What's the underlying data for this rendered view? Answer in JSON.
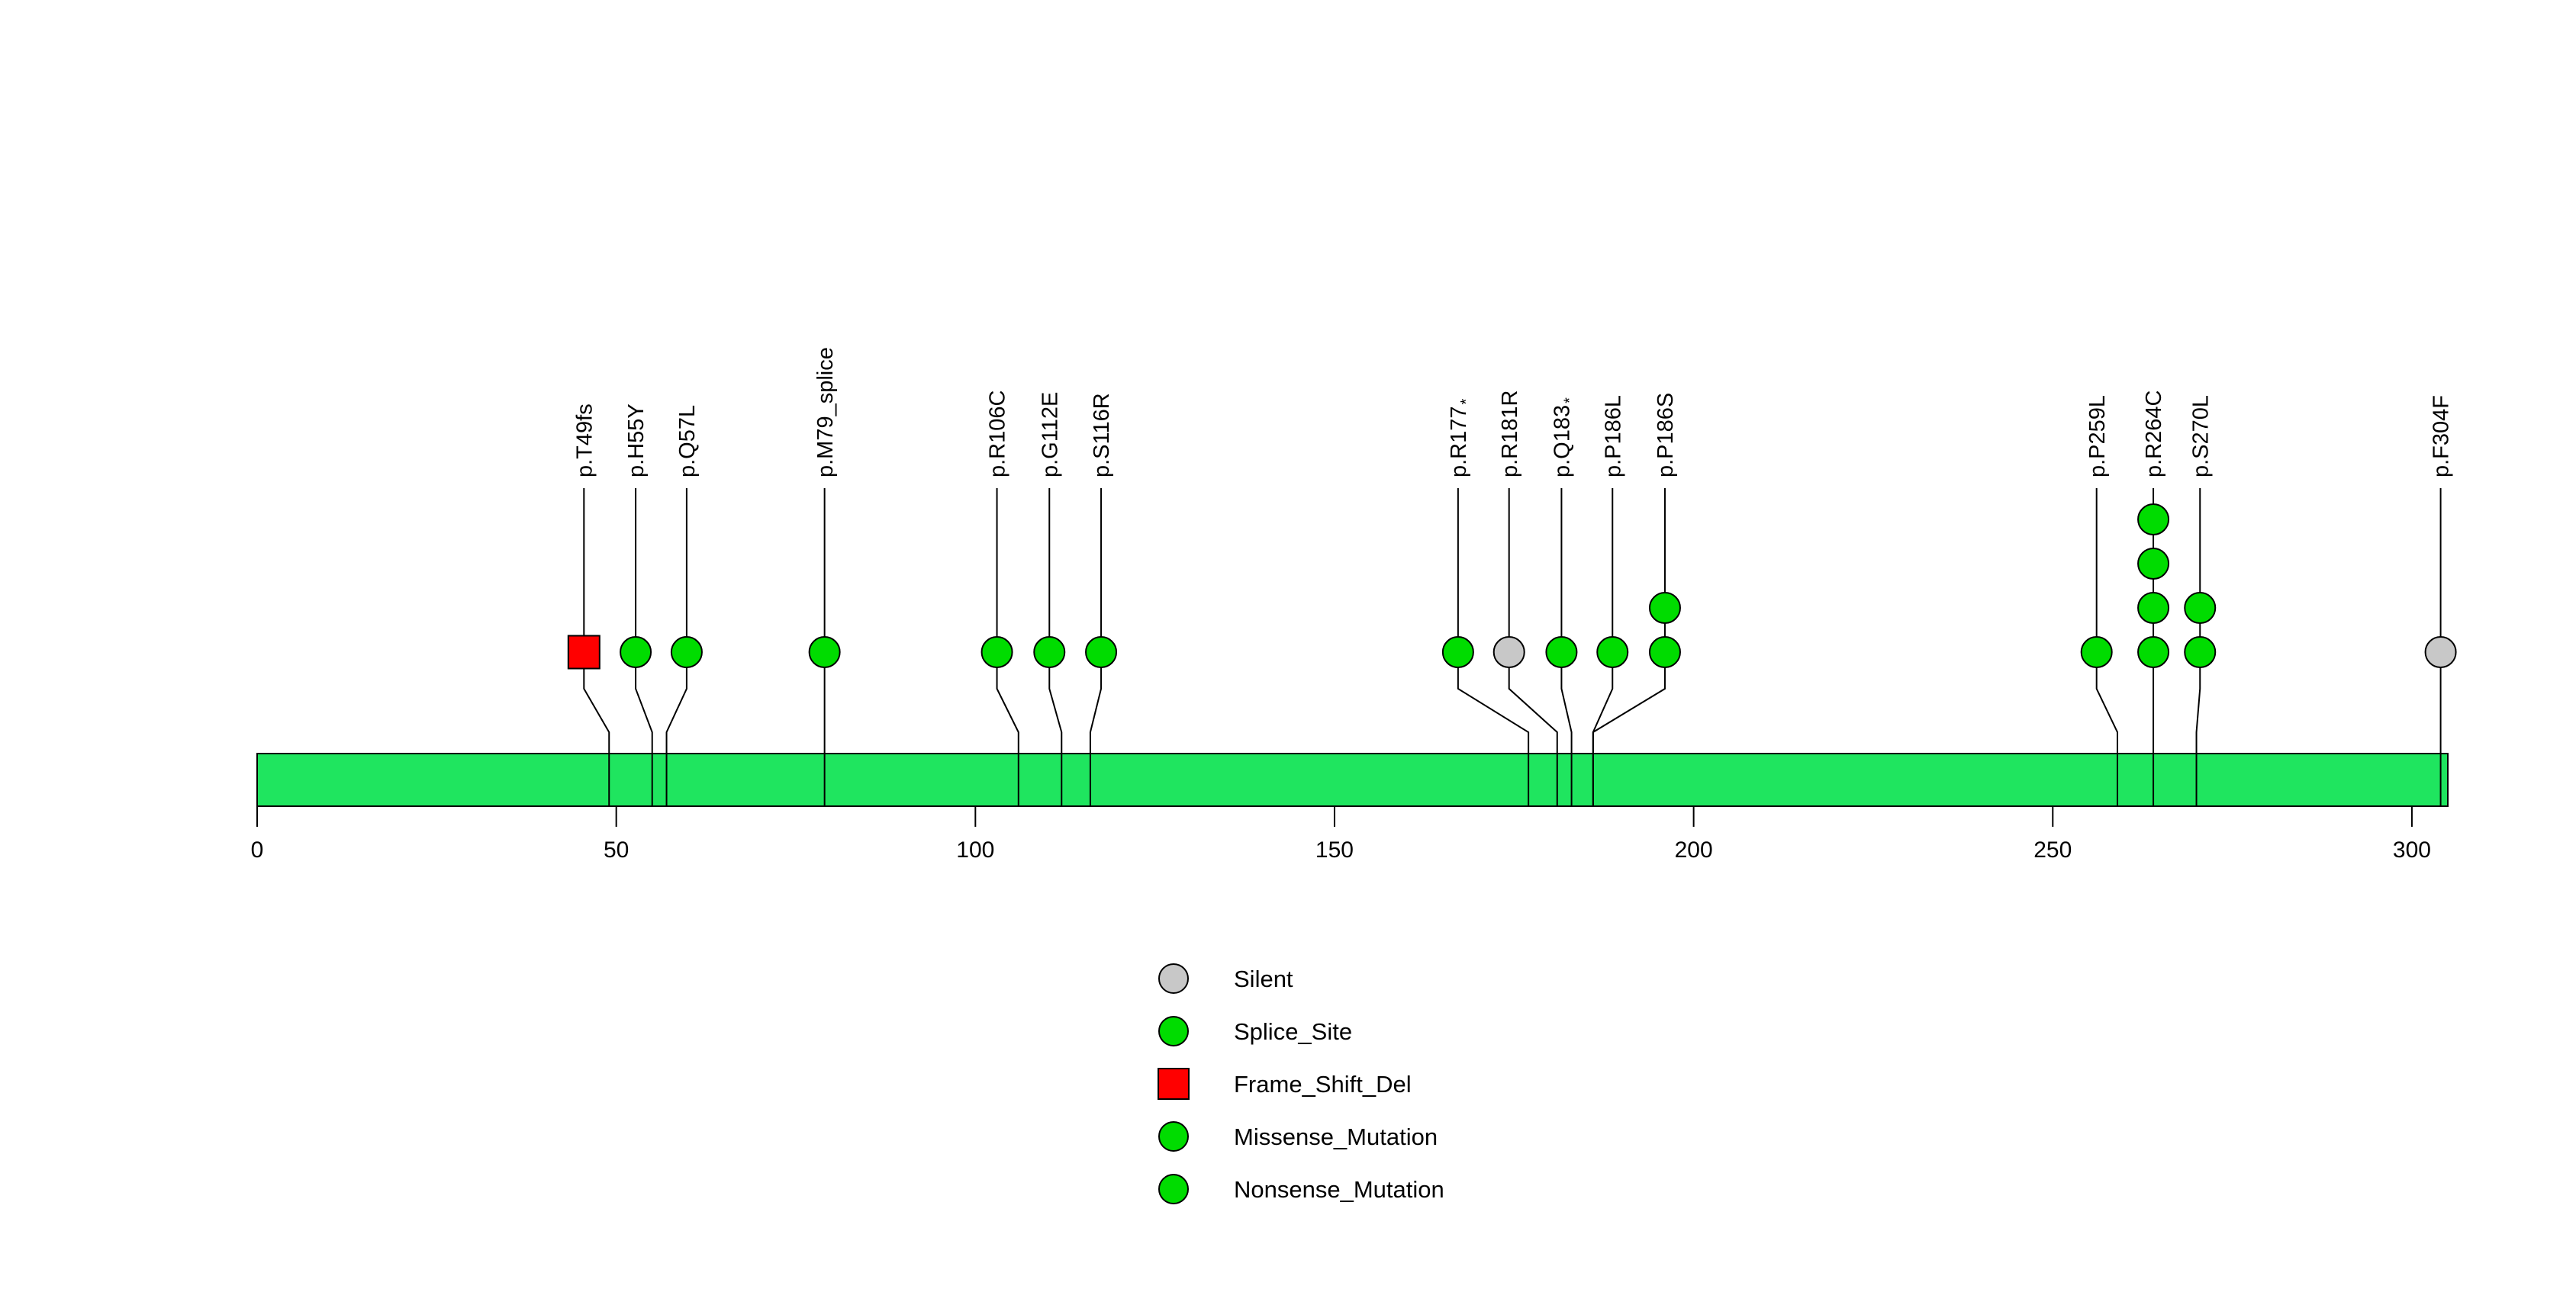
{
  "chart_data": {
    "type": "lollipop",
    "description": "Protein mutation lollipop plot",
    "protein_length": 305,
    "xlim": [
      0,
      305
    ],
    "x_ticks": [
      0,
      50,
      100,
      150,
      200,
      250,
      300
    ],
    "grid": false,
    "legend_position": "bottom-center",
    "bar_color": "#1FE55F",
    "stem_color": "#000000",
    "colors": {
      "Silent": "#C8C8C8",
      "Splice_Site": "#00DC00",
      "Frame_Shift_Del": "#FF0000",
      "Missense_Mutation": "#00DC00",
      "Nonsense_Mutation": "#00DC00"
    },
    "legend": [
      {
        "label": "Silent",
        "shape": "circle"
      },
      {
        "label": "Splice_Site",
        "shape": "circle"
      },
      {
        "label": "Frame_Shift_Del",
        "shape": "square"
      },
      {
        "label": "Missense_Mutation",
        "shape": "circle"
      },
      {
        "label": "Nonsense_Mutation",
        "shape": "circle"
      }
    ],
    "mutations": [
      {
        "label": "p.T49fs",
        "aa": 49,
        "display_aa": 45.5,
        "type": "Frame_Shift_Del",
        "count": 1
      },
      {
        "label": "p.H55Y",
        "aa": 55,
        "display_aa": 52.7,
        "type": "Missense_Mutation",
        "count": 1
      },
      {
        "label": "p.Q57L",
        "aa": 57,
        "display_aa": 59.8,
        "type": "Missense_Mutation",
        "count": 1
      },
      {
        "label": "p.M79_splice",
        "aa": 79,
        "display_aa": 79,
        "type": "Splice_Site",
        "count": 1
      },
      {
        "label": "p.R106C",
        "aa": 106,
        "display_aa": 103.0,
        "type": "Missense_Mutation",
        "count": 1
      },
      {
        "label": "p.G112E",
        "aa": 112,
        "display_aa": 110.3,
        "type": "Missense_Mutation",
        "count": 1
      },
      {
        "label": "p.S116R",
        "aa": 116,
        "display_aa": 117.5,
        "type": "Missense_Mutation",
        "count": 1
      },
      {
        "label": "p.R177*",
        "aa": 177,
        "display_aa": 167.2,
        "type": "Nonsense_Mutation",
        "count": 1
      },
      {
        "label": "p.R181R",
        "aa": 181,
        "display_aa": 174.3,
        "type": "Silent",
        "count": 1
      },
      {
        "label": "p.Q183*",
        "aa": 183,
        "display_aa": 181.6,
        "type": "Nonsense_Mutation",
        "count": 1
      },
      {
        "label": "p.P186L",
        "aa": 186,
        "display_aa": 188.7,
        "type": "Missense_Mutation",
        "count": 1
      },
      {
        "label": "p.P186S",
        "aa": 186,
        "display_aa": 196.0,
        "type": "Missense_Mutation",
        "count": 2
      },
      {
        "label": "p.P259L",
        "aa": 259,
        "display_aa": 256.1,
        "type": "Missense_Mutation",
        "count": 1
      },
      {
        "label": "p.R264C",
        "aa": 264,
        "display_aa": 264,
        "type": "Missense_Mutation",
        "count": 4
      },
      {
        "label": "p.S270L",
        "aa": 270,
        "display_aa": 270.5,
        "type": "Missense_Mutation",
        "count": 2
      },
      {
        "label": "p.F304F",
        "aa": 304,
        "display_aa": 304,
        "type": "Silent",
        "count": 1
      }
    ]
  }
}
